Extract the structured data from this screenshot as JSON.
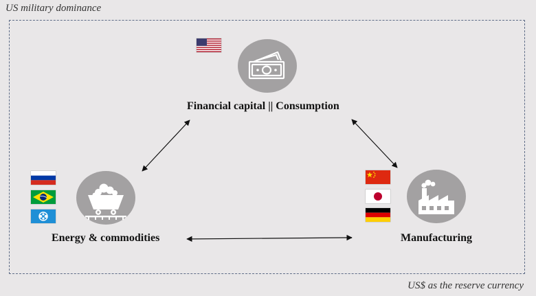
{
  "frame": {
    "top_label": "US military dominance",
    "bottom_label": "US$ as the reserve currency"
  },
  "nodes": {
    "finance": {
      "label": "Financial capital || Consumption",
      "icon": "banknote-icon",
      "flags": [
        "us-flag"
      ]
    },
    "energy": {
      "label": "Energy & commodities",
      "icon": "mine-cart-icon",
      "flags": [
        "russia-flag",
        "brazil-flag",
        "opec-flag"
      ]
    },
    "manufacturing": {
      "label": "Manufacturing",
      "icon": "factory-icon",
      "flags": [
        "china-flag",
        "japan-flag",
        "germany-flag"
      ]
    }
  },
  "connections": [
    {
      "from": "finance",
      "to": "energy",
      "direction": "both"
    },
    {
      "from": "finance",
      "to": "manufacturing",
      "direction": "both"
    },
    {
      "from": "energy",
      "to": "manufacturing",
      "direction": "both"
    }
  ],
  "colors": {
    "background": "#e9e7e8",
    "frame_border": "#5d6b86",
    "node_circle": "#a3a1a2",
    "icon": "#ffffff",
    "arrow": "#111111"
  }
}
